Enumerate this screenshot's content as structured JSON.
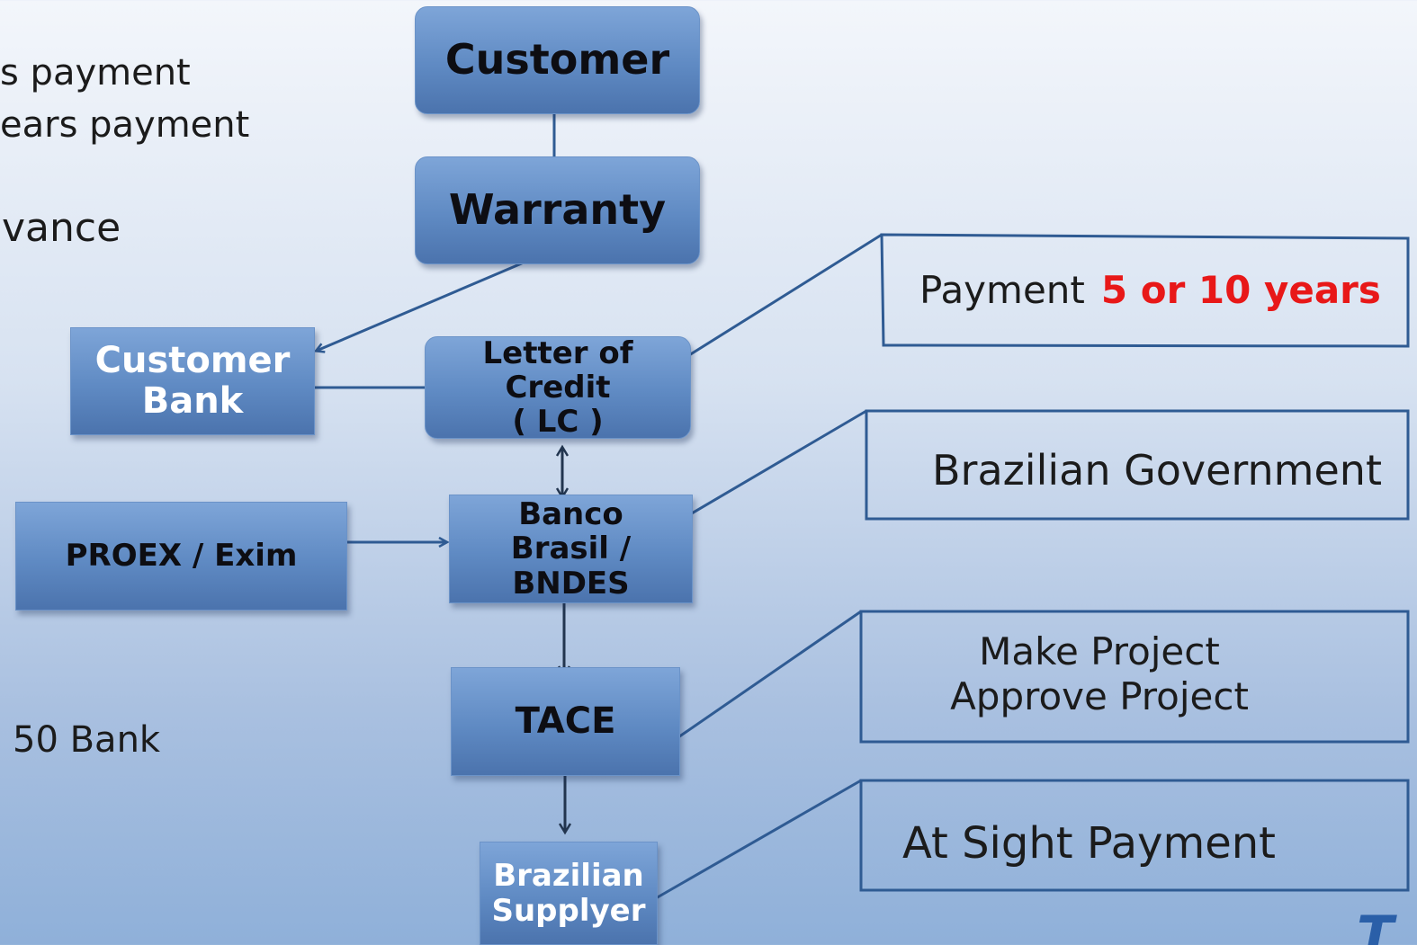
{
  "side_text": {
    "line1": "s payment",
    "line2": "ears payment",
    "line3": "vance",
    "line4": "50 Bank"
  },
  "nodes": {
    "customer": "Customer",
    "warranty": "Warranty",
    "customer_bank": [
      "Customer",
      "Bank"
    ],
    "letter_of_credit": [
      "Letter of Credit",
      "( LC )"
    ],
    "proex": "PROEX / Exim",
    "banco": [
      "Banco",
      "Brasil / BNDES"
    ],
    "tace": "TACE",
    "supplier": [
      "Brazilian",
      "Supplyer"
    ]
  },
  "callouts": {
    "payment_label": "Payment",
    "payment_highlight": "5 or 10 years",
    "government": "Brazilian Government",
    "project": [
      "Make Project",
      "Approve Project"
    ],
    "at_sight": "At Sight Payment"
  },
  "logo_text": "T",
  "colors": {
    "box_fill": "#5f8ac3",
    "highlight_red": "#e81818",
    "line_blue": "#2f5b93"
  }
}
